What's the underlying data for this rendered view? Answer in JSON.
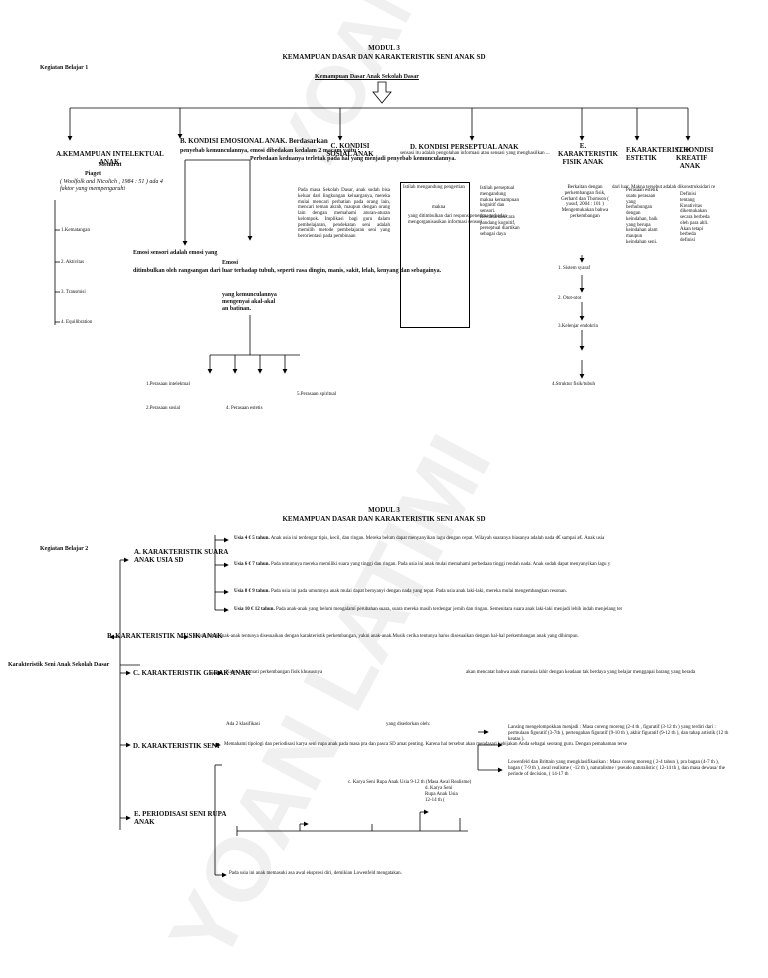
{
  "watermark": "YOAN LATIMI",
  "page1": {
    "module": "MODUL 3",
    "title": "KEMAMPUAN DASAR DAN KARAKTERISTIK SENI ANAK SD",
    "kegiatan": "Kegiatan Belajar 1",
    "root": "Kemampuan Dasar Anak Sekolah Dasar",
    "a_title": "A.KEMAMPUAN INTELEKTUAL ANAK.",
    "a_menurut": "Menurut",
    "a_piaget": "Piaget",
    "a_cite": "( Woolfolk and Nicolich , 1984 : 51 ) ada 4 faktor yang mempengaruhi",
    "a_items": [
      "1.Kematangan",
      "2. Aktivitas",
      "3. Transmisi",
      "4. Equilibration"
    ],
    "b_title": "B. KONDISI EMOSIONAL ANAK. Berdasarkan",
    "b_text": "penyebab kemunculannya, emosi dibedakan kedalam 2 macam yaitu :",
    "b_emosi1": "Emosi sensori adalah emosi yang",
    "b_emosi1b": "ditimbulkan oleh rangsangan dari luar terhadap tubuh, seperti rasa dingin, manis, sakit, lelah, kenyang dan sebagainya.",
    "b_emosi2": "Emosi",
    "b_emosi2b": "yang kemunculannya mengenyai akal-akal an batinan.",
    "b_items": [
      "1.Perasaan intelektual",
      "2.Perasaan sosial",
      "4. Perasaan estetis",
      "5.Perasaan spiritual"
    ],
    "c_title": "C. KONDISI SOSIAL ANAK",
    "c_text": "Pada masa Sekolah Dasar, anak sudah bisa keluar dari lingkungan keluarganya, mereka mulai mencari perhatian pada orang lain, mencari teman akrab, maupun dengan orang lain dengan memahami aturan-aturan kelompok. Implikasi bagi guru dalam pembelajaran, pendekatan seni adalah memilih metode pembelajaran seni yang berorientasi pada pembinaan",
    "d_title": "D. KONDISI PERSEPTUAL ANAK",
    "d_lead": "sensasi itu adalah pengolahan informasi atau sensasi yang menghasilkan ...",
    "d_sub": "Perbedaan keduanya terletak pada hal yang menjadi penyebab kemunculannya.",
    "d_box1": "Istilah mengandung pengertian",
    "d_box2": "makna",
    "d_box3": "yang ditimbulkan dari respons penerima terhadap",
    "d_box4": "mengorganisasikan informasi sensori",
    "d_col": "Istilah perseptual mengandung makna kemampuan kognitif dan sensori. Berdasarkan cara pandang kognitif, perseptual diartikan sebagai daya",
    "e_title": "E. KARAKTERISTIK FISIK ANAK",
    "e_text": "Berkaitan dengan perkembangan fisik, Gerhard dan Thomson ( yusuf, 2004 : 101 ) Mengemukakan bahwa perkembangan",
    "e_items": [
      "1. Sistem syaraf",
      "2. Otot-otot",
      "3.Kelenjar endokrin",
      "4.Struktur fisik/tubuh"
    ],
    "f_title": "F.KARAKTERISTIK ESTETIK",
    "f_text": "Perasaan estetik suatu perasaan yang berhubungan dengan keindahan, baik yang berupa keindahan alam maupun keindahan seni.",
    "f_side": "dari luar. Makna tersebut adalah dikonstruksidari re",
    "g_title": "G.KONDISI KREATIF ANAK",
    "g_text": "Definisi tentang Kreativitas dikemukakan secara berbeda oleh para ahli. Akan tetapi berbeda definisi"
  },
  "page2": {
    "module": "MODUL 3",
    "title": "KEMAMPUAN DASAR DAN KARAKTERISTIK SENI ANAK SD",
    "kegiatan": "Kegiatan Belajar 2",
    "left_root": "Karakteristik Seni Anak Sekolah Dasar",
    "a_title": "A. KARAKTERISTIK SUARA ANAK USIA SD",
    "a_items": [
      {
        "head": "Usia 4 € 5 tahun.",
        "text": "Anak usia ini terdengar tipis, kecil, dan ringan. Mereka belum dapat menyanyikan lagu dengan cepat. Wilayah suaranya biasanya adalah nada d€ sampai a€. Anak usia"
      },
      {
        "head": "Usia 6 € 7 tahun.",
        "text": "Pada umumnya mereka memiliki suara yang tinggi dan ringan. Pada usia ini anak mulai memahami perbedaan tinggi rendah nada. Anak sudah dapat menyanyikan lagu y"
      },
      {
        "head": "Usia 8 € 9 tahun.",
        "text": "Pada usia ini pada umumnya anak mulai dapat bernyanyi dengan nada yang tepat. Pada usia anak laki-laki, mereka mulai mengembangkan resonan."
      },
      {
        "head": "Usia 10 € 12 tahun.",
        "text": "Pada anak-anak yang belum mengalami perubahan suara, suara mereka masih terdengar jernih dan ringan. Semenitara suara anak laki-laki menjadi lebih indah menjelang ter"
      }
    ],
    "b_title": "B. KARAKTERISTIK MUSIK ANAK",
    "b_text": "Musik untuk anak-anak tentunya disesuaikan dengan karakteristik perkembangan, yakni anak-anak.Musik cerika tentunya harus disesuaikan dengan hal-hal perkembangan anak yang dihimpun.",
    "c_title": "C. KARAKTERISTIK GERAK ANAK",
    "c_text": "Kalau kita amati perkembangan fisik khususnya",
    "c_text2": "akan mencatat bahwa anak manusia lahir dengan keadaan tak berdaya yang belajar menggapai barang yang berada",
    "d_title": "D. KARAKTERISTIK SENI",
    "d_text": "Memahami tipologi dan periodisasi karya seni rupa anak pada masa pra dan pasca SD amat penting. Karena hal tersebut akan mendasari kebijakan Anda sebagai seorang guru. Dengan pemahaman terse",
    "e_title": "E. PERIODISASI SENI RUPA ANAK",
    "e_klas": "Ada 2 klasifikasi",
    "e_klas2": "yang disedorkan oleh:",
    "e_lansing": "Lansing mengelompokkan menjadi : Masa coreng moreng (2-4 th , figuratif (3-12 th ) yang terdiri dari : permulaan figuratif (3-7th ), pertengahan figuratif (9-10 th ), akhir figuratif (9-12 th ), dan tahap artistik (12 th keatas ).",
    "e_lowen": "Lowenfeld dan Brittain yang mengklasifikasikan : Masa coreng moreng ( 2-4 tahun ), pra bagan (4-7 th ), bagan ( 7-9 th ), awal realisme ( -12 th ), naturalisme / pseudo naturalistic ( 12-14 th ), dan masa dewasa/ the periode of decision, ( 14-17 th",
    "e_c": "c. Karya Seni Rupa Anak Usia 9-12 th (Masa Awal Realisme)",
    "e_d": "d. Karya Seni Rupa Anak Usia 12-14 th (",
    "e_bottom": "Pada usia ini anak memasuki asa awal ekspresi diri, demikian Lowenfeld mengatakan."
  }
}
